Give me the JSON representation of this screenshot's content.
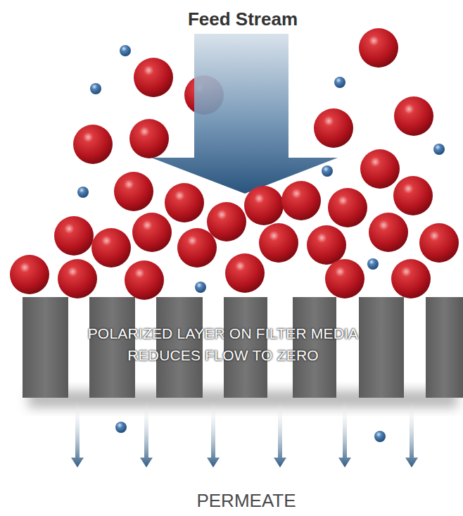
{
  "diagram": {
    "nodes": [
      {
        "text": [
          "POLARIZED LAYER ON FILTER MEDIA REDUCES FLOW TO ZERO"
        ]
      }
    ],
    "labels": [
      "Feed Stream",
      "PERMEATE"
    ]
  }
}
